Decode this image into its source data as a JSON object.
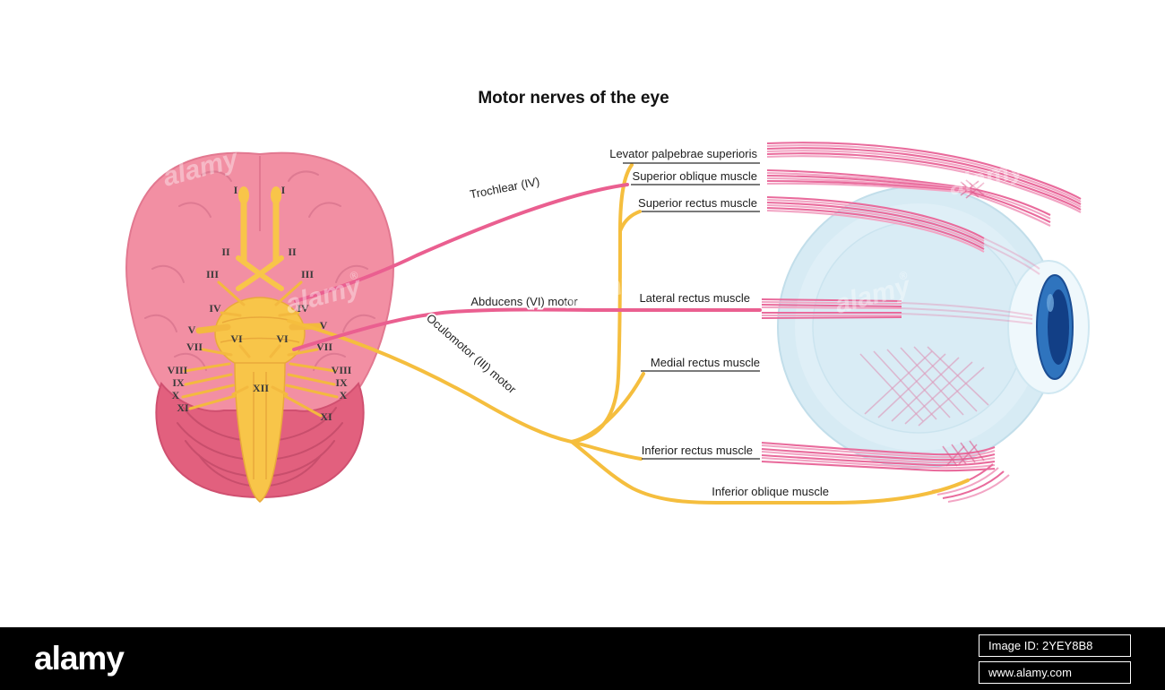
{
  "title": "Motor nerves of the eye",
  "nerves": {
    "trochlear": "Trochlear (IV)",
    "abducens": "Abducens (VI) motor",
    "oculomotor": "Oculomotor (III) motor"
  },
  "muscles": {
    "levator": "Levator palpebrae superioris",
    "superior_oblique": "Superior oblique muscle",
    "superior_rectus": "Superior rectus muscle",
    "lateral_rectus": "Lateral rectus muscle",
    "medial_rectus": "Medial rectus muscle",
    "inferior_rectus": "Inferior rectus muscle",
    "inferior_oblique": "Inferior oblique muscle"
  },
  "numerals": {
    "left": [
      "I",
      "II",
      "III",
      "IV",
      "V",
      "VI",
      "VII",
      "VIII",
      "IX",
      "X",
      "XI"
    ],
    "right": [
      "I",
      "II",
      "III",
      "IV",
      "V",
      "VI",
      "VII",
      "VIII",
      "IX",
      "X",
      "XI"
    ],
    "center": "XII"
  },
  "watermark": {
    "brand": "alamy",
    "reg": "®",
    "image_id": "Image ID: 2YEY8B8",
    "url": "www.alamy.com"
  },
  "colors": {
    "brain_pink": "#F28FA3",
    "cerebellum_pink": "#E2607E",
    "brainstem_yellow": "#F8C549",
    "nerve_pink": "#EA5F90",
    "nerve_yellow": "#F5BE3E",
    "muscle_pink": "#E96B9C",
    "eye_blue": "#D7EBF4",
    "iris_blue": "#2F74BE"
  }
}
